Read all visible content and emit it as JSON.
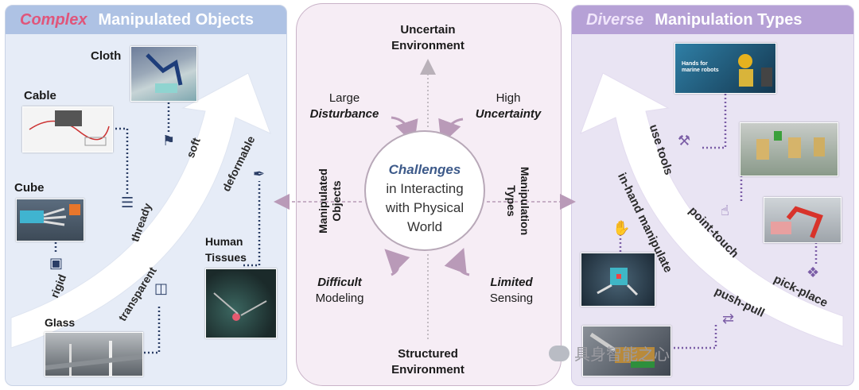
{
  "left": {
    "header_emph": "Complex",
    "header_title": "Manipulated Objects",
    "objects": {
      "cloth": "Cloth",
      "cable": "Cable",
      "cube": "Cube",
      "glass": "Glass",
      "human_tissues_1": "Human",
      "human_tissues_2": "Tissues"
    },
    "properties": {
      "soft": "soft",
      "thready": "thready",
      "rigid": "rigid",
      "transparent": "transparent",
      "deformable": "deformable"
    }
  },
  "center": {
    "top_1": "Uncertain",
    "top_2": "Environment",
    "bottom_1": "Structured",
    "bottom_2": "Environment",
    "left_axis_1": "Manipulated",
    "left_axis_2": "Objects",
    "right_axis_1": "Manipulation",
    "right_axis_2": "Types",
    "tl_1": "Large",
    "tl_2": "Disturbance",
    "tr_1": "High",
    "tr_2": "Uncertainty",
    "bl_1": "Difficult",
    "bl_2": "Modeling",
    "br_1": "Limited",
    "br_2": "Sensing",
    "circle_1": "Challenges",
    "circle_2": "in Interacting",
    "circle_3": "with Physical",
    "circle_4": "World"
  },
  "right": {
    "header_emph": "Diverse",
    "header_title": "Manipulation Types",
    "photo_caption_1": "Hands for",
    "photo_caption_2": "marine robots",
    "types": {
      "use_tools": "use tools",
      "in_hand": "in-hand manipulate",
      "point_touch": "point-touch",
      "push_pull": "push-pull",
      "pick_place": "pick-place"
    }
  },
  "watermark": "具身智能之心",
  "colors": {
    "left_header": "#aec2e4",
    "right_header": "#b6a1d6",
    "complex_accent": "#e0557a",
    "dotted_left": "#2b3e66",
    "dotted_right": "#7b5da6"
  }
}
